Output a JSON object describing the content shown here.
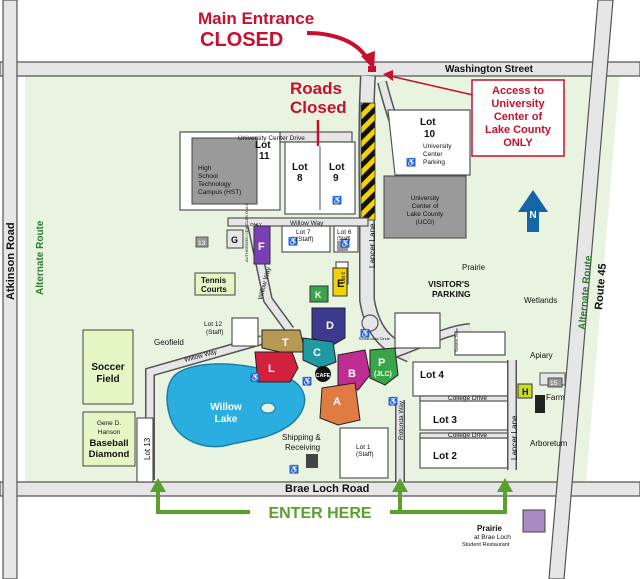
{
  "annotations": {
    "main_entrance_line1": "Main Entrance",
    "main_entrance_line2": "CLOSED",
    "roads_closed_line1": "Roads",
    "roads_closed_line2": "Closed",
    "access_line1": "Access to",
    "access_line2": "University",
    "access_line3": "Center of",
    "access_line4": "Lake County",
    "access_line5": "ONLY",
    "enter_here": "ENTER HERE"
  },
  "roads": {
    "washington": "Washington Street",
    "brae_loch": "Brae Loch Road",
    "atkinson": "Atkinson Road",
    "route45": "Route 45",
    "alt_route_left": "Alternate Route",
    "alt_route_right": "Alternate Route",
    "university_center_drive": "University Center Drive",
    "willow_way_top": "Willow Way",
    "willow_way_side": "Willow Way",
    "willow_way_bottom": "Willow Way",
    "lancer_lane_top": "Lancer Lane",
    "lancer_lane_bottom": "Lancer Lane",
    "rotunda_way": "Rotunda Way",
    "college_drive_1": "College Drive",
    "college_drive_2": "College Drive",
    "turnaround": "Turnaround Circle",
    "service_drive": "Service Drive"
  },
  "lots": {
    "lot10": "Lot",
    "lot10_num": "10",
    "lot10_sub1": "University",
    "lot10_sub2": "Center",
    "lot10_sub3": "Parking",
    "lot11": "Lot",
    "lot11_num": "11",
    "lot8": "Lot",
    "lot8_num": "8",
    "lot9": "Lot",
    "lot9_num": "9",
    "lot7": "Lot 7",
    "lot7_sub": "(Staff)",
    "lot6": "Lot 6",
    "lot6_sub": "(Staff)",
    "lot6b": "Lot 6",
    "lot12": "Lot 12",
    "lot12_sub": "(Staff)",
    "lot13": "Lot 13",
    "lot4": "Lot 4",
    "lot3": "Lot 3",
    "lot2": "Lot 2",
    "lot1": "Lot 1",
    "lot1_sub": "(Staff)",
    "visitors_parking_1": "VISITOR'S",
    "visitors_parking_2": "PARKING",
    "authorized_vehicles": "AUTHORIZED VEHICLES ONLY",
    "only": "ONLY"
  },
  "places": {
    "hst_1": "High",
    "hst_2": "School",
    "hst_3": "Technology",
    "hst_4": "Campus (HST)",
    "ucg_1": "University",
    "ucg_2": "Center of",
    "ucg_3": "Lake County",
    "ucg_4": "(UCG)",
    "tennis_1": "Tennis",
    "tennis_2": "Courts",
    "soccer_1": "Soccer",
    "soccer_2": "Field",
    "baseball_1": "Gene D.",
    "baseball_2": "Hanson",
    "baseball_3": "Baseball",
    "baseball_4": "Diamond",
    "willow_lake_1": "Willow",
    "willow_lake_2": "Lake",
    "geofield": "Geofield",
    "prairie": "Prairie",
    "wetlands": "Wetlands",
    "apiary": "Apiary",
    "farm": "Farm",
    "arboretum": "Arboretum",
    "shipping_1": "Shipping &",
    "shipping_2": "Receiving",
    "cafe": "CAFE",
    "prairie_brae_1": "Prairie",
    "prairie_brae_2": "at Brae Loch",
    "prairie_brae_3": "Student Restaurant",
    "north": "N"
  },
  "buildings": {
    "A": "A",
    "B": "B",
    "C": "C",
    "D": "D",
    "E": "E",
    "F": "F",
    "G": "G",
    "H": "H",
    "K": "K",
    "L": "L",
    "T": "T",
    "P": "P",
    "JLC": "(JLC)",
    "b13": "13",
    "b15": "15"
  },
  "colors": {
    "accent_red": "#c8102e",
    "enter_green": "#5aa02c",
    "grass": "#e8f3e0",
    "lake": "#2aaee0",
    "building_gray": "#9a9a9a",
    "north_arrow": "#1565a8",
    "caution_yellow": "#f2d200"
  }
}
